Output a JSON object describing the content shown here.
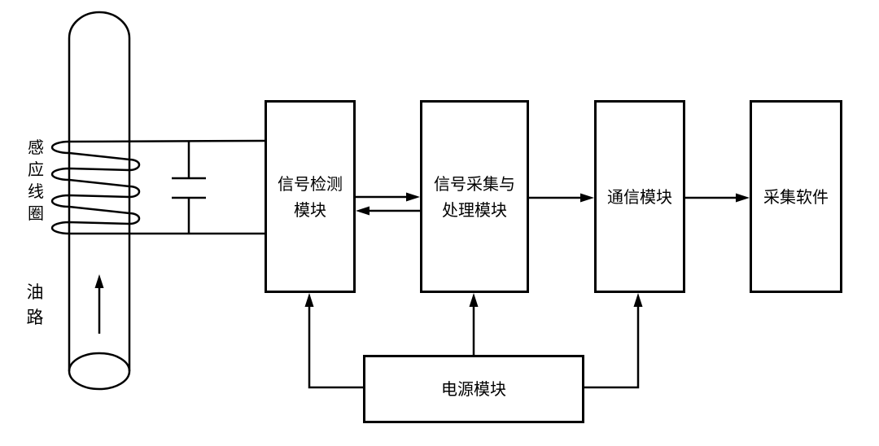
{
  "diagram": {
    "background": "#ffffff",
    "line_color": "#000000",
    "pipe_section": {
      "coil_label": "感应线圈",
      "oil_path_label": "油路"
    },
    "blocks": {
      "signal_detection": {
        "lines": [
          "信号检测",
          "模块"
        ]
      },
      "signal_processing": {
        "lines": [
          "信号采集与",
          "处理模块"
        ]
      },
      "communication": {
        "lines": [
          "通信模块"
        ]
      },
      "acquisition_software": {
        "lines": [
          "采集软件"
        ]
      },
      "power": {
        "lines": [
          "电源模块"
        ]
      }
    }
  }
}
